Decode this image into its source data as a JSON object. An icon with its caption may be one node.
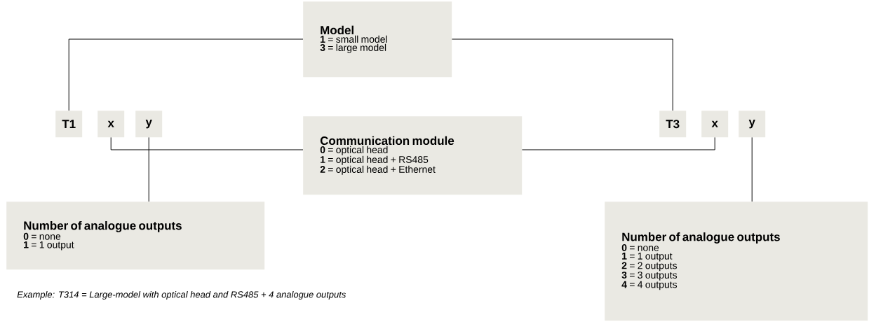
{
  "diagram": {
    "nodes": [
      {
        "text": [
          "Model",
          "**1** = small model",
          "**3** = large model"
        ]
      },
      {
        "text": [
          "T1"
        ]
      },
      {
        "text": [
          "x"
        ]
      },
      {
        "text": [
          "y"
        ]
      },
      {
        "text": [
          "Communication module",
          "**0** = optical head",
          "**1** = optical head + RS485",
          "**2** = optical head + Ethernet"
        ]
      },
      {
        "text": [
          "T3"
        ]
      },
      {
        "text": [
          "x"
        ]
      },
      {
        "text": [
          "y"
        ]
      },
      {
        "text": [
          "Number of analogue outputs",
          "**0** = none",
          "**1** = 1 output"
        ]
      },
      {
        "text": [
          "Number of analogue outputs",
          "**0** = none",
          "**1** = 1 output",
          "**2** = 2 outputs",
          "**3** = 3 outputs",
          "**4** = 4 outputs"
        ]
      }
    ],
    "edges": [
      {
        "from": 0,
        "to": 1,
        "arrow": "none"
      },
      {
        "from": 0,
        "to": 5,
        "arrow": "none"
      },
      {
        "from": 4,
        "to": 2,
        "arrow": "none"
      },
      {
        "from": 4,
        "to": 6,
        "arrow": "none"
      },
      {
        "from": 3,
        "to": 8,
        "arrow": "none"
      },
      {
        "from": 7,
        "to": 9,
        "arrow": "none"
      }
    ],
    "labels": [
      "Example: T314 = Large-model with optical head and RS485 + 4 analogue outputs"
    ]
  }
}
